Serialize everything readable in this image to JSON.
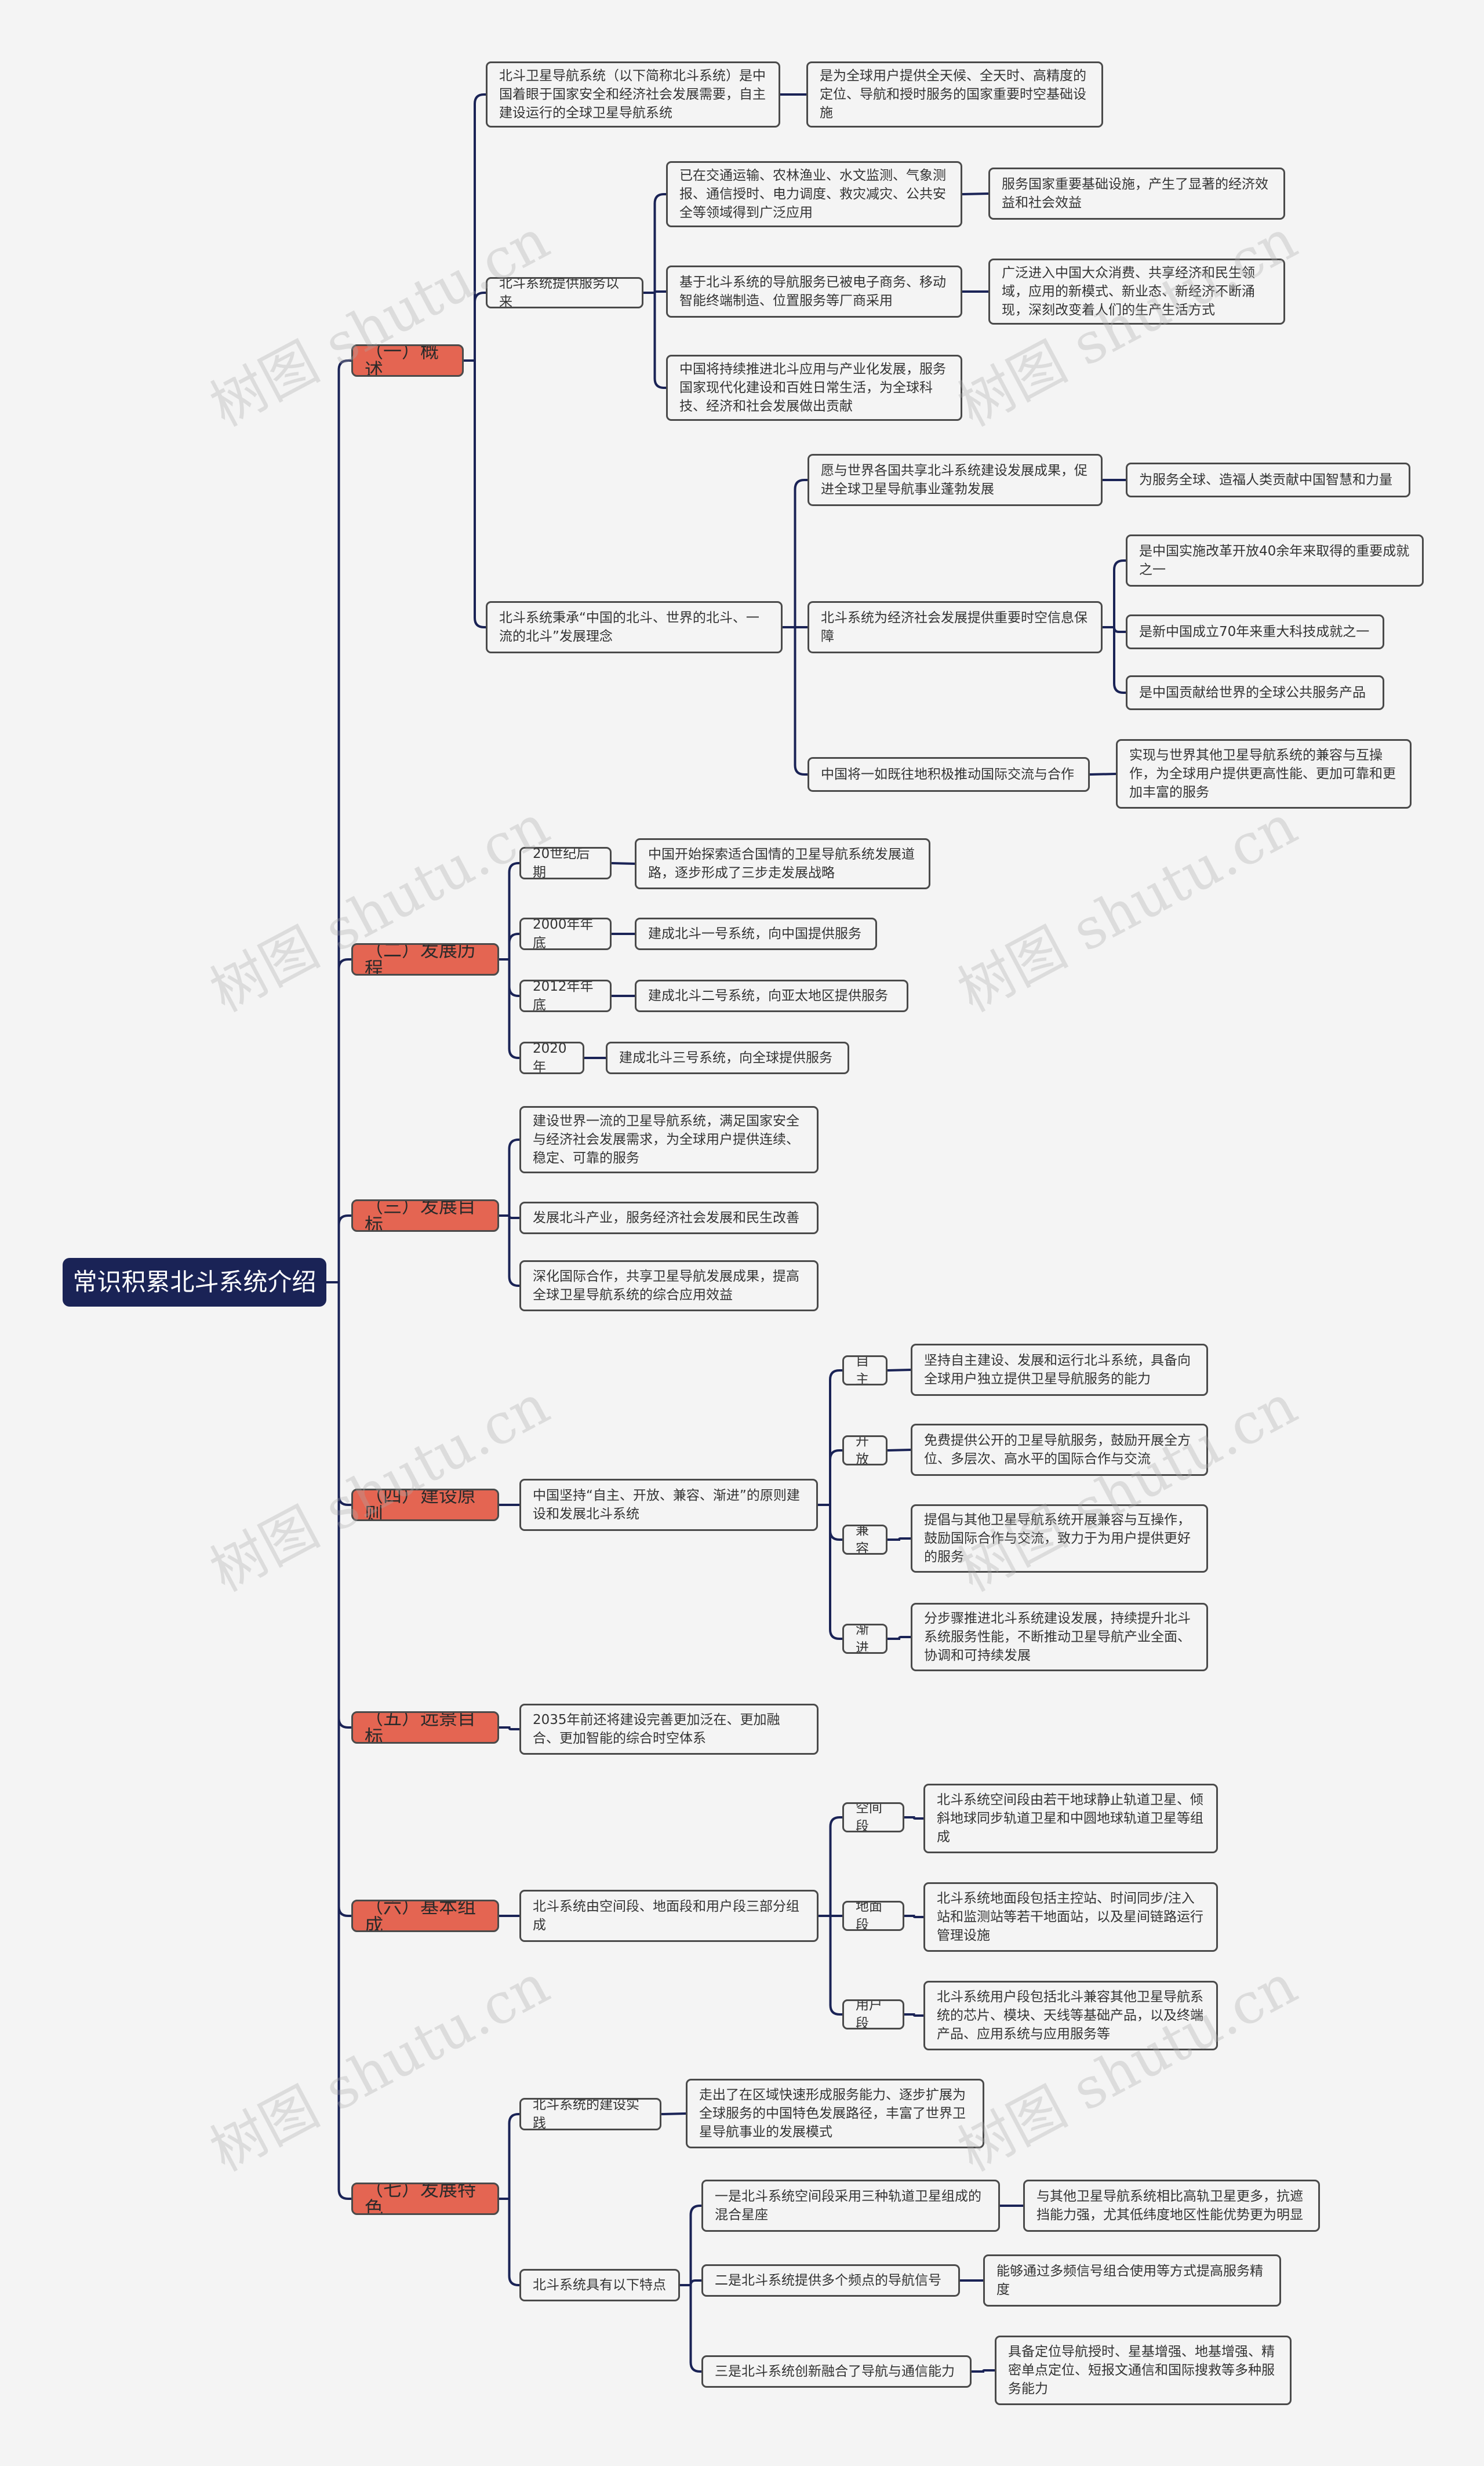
{
  "root": "常识积累北斗系统介绍",
  "sections": {
    "s1": "（一）概述",
    "s2": "（二）发展历程",
    "s3": "（三）发展目标",
    "s4": "（四）建设原则",
    "s5": "（五）远景目标",
    "s6": "（六）基本组成",
    "s7": "（七）发展特色"
  },
  "nodes": {
    "a1": "北斗卫星导航系统（以下简称北斗系统）是中国着眼于国家安全和经济社会发展需要，自主建设运行的全球卫星导航系统",
    "a1b": "是为全球用户提供全天候、全天时、高精度的定位、导航和授时服务的国家重要时空基础设施",
    "a2": "北斗系统提供服务以来",
    "a2a": "已在交通运输、农林渔业、水文监测、气象测报、通信授时、电力调度、救灾减灾、公共安全等领域得到广泛应用",
    "a2a1": "服务国家重要基础设施，产生了显著的经济效益和社会效益",
    "a2b": "基于北斗系统的导航服务已被电子商务、移动智能终端制造、位置服务等厂商采用",
    "a2b1": "广泛进入中国大众消费、共享经济和民生领域，应用的新模式、新业态、新经济不断涌现，深刻改变着人们的生产生活方式",
    "a2c": "中国将持续推进北斗应用与产业化发展，服务国家现代化建设和百姓日常生活，为全球科技、经济和社会发展做出贡献",
    "a3": "北斗系统秉承“中国的北斗、世界的北斗、一流的北斗”发展理念",
    "a3a": "愿与世界各国共享北斗系统建设发展成果，促进全球卫星导航事业蓬勃发展",
    "a3a1": "为服务全球、造福人类贡献中国智慧和力量",
    "a3b": "北斗系统为经济社会发展提供重要时空信息保障",
    "a3b1": "是中国实施改革开放40余年来取得的重要成就之一",
    "a3b2": "是新中国成立70年来重大科技成就之一",
    "a3b3": "是中国贡献给世界的全球公共服务产品",
    "a3c": "中国将一如既往地积极推动国际交流与合作",
    "a3c1": "实现与世界其他卫星导航系统的兼容与互操作，为全球用户提供更高性能、更加可靠和更加丰富的服务",
    "b1": "20世纪后期",
    "b1a": "中国开始探索适合国情的卫星导航系统发展道路，逐步形成了三步走发展战略",
    "b2": "2000年年底",
    "b2a": "建成北斗一号系统，向中国提供服务",
    "b3": "2012年年底",
    "b3a": "建成北斗二号系统，向亚太地区提供服务",
    "b4": "2020年",
    "b4a": "建成北斗三号系统，向全球提供服务",
    "c1": "建设世界一流的卫星导航系统，满足国家安全与经济社会发展需求，为全球用户提供连续、稳定、可靠的服务",
    "c2": "发展北斗产业，服务经济社会发展和民生改善",
    "c3": "深化国际合作，共享卫星导航发展成果，提高全球卫星导航系统的综合应用效益",
    "d1": "中国坚持“自主、开放、兼容、渐进”的原则建设和发展北斗系统",
    "d1a": "自主",
    "d1a1": "坚持自主建设、发展和运行北斗系统，具备向全球用户独立提供卫星导航服务的能力",
    "d1b": "开放",
    "d1b1": "免费提供公开的卫星导航服务，鼓励开展全方位、多层次、高水平的国际合作与交流",
    "d1c": "兼容",
    "d1c1": "提倡与其他卫星导航系统开展兼容与互操作，鼓励国际合作与交流，致力于为用户提供更好的服务",
    "d1d": "渐进",
    "d1d1": "分步骤推进北斗系统建设发展，持续提升北斗系统服务性能，不断推动卫星导航产业全面、协调和可持续发展",
    "e1": "2035年前还将建设完善更加泛在、更加融合、更加智能的综合时空体系",
    "f1": "北斗系统由空间段、地面段和用户段三部分组成",
    "f1a": "空间段",
    "f1a1": "北斗系统空间段由若干地球静止轨道卫星、倾斜地球同步轨道卫星和中圆地球轨道卫星等组成",
    "f1b": "地面段",
    "f1b1": "北斗系统地面段包括主控站、时间同步/注入站和监测站等若干地面站，以及星间链路运行管理设施",
    "f1c": "用户段",
    "f1c1": "北斗系统用户段包括北斗兼容其他卫星导航系统的芯片、模块、天线等基础产品，以及终端产品、应用系统与应用服务等",
    "g1": "北斗系统的建设实践",
    "g1a": "走出了在区域快速形成服务能力、逐步扩展为全球服务的中国特色发展路径，丰富了世界卫星导航事业的发展模式",
    "g2": "北斗系统具有以下特点",
    "g2a": "一是北斗系统空间段采用三种轨道卫星组成的混合星座",
    "g2a1": "与其他卫星导航系统相比高轨卫星更多，抗遮挡能力强，尤其低纬度地区性能优势更为明显",
    "g2b": "二是北斗系统提供多个频点的导航信号",
    "g2b1": "能够通过多频信号组合使用等方式提高服务精度",
    "g2c": "三是北斗系统创新融合了导航与通信能力",
    "g2c1": "具备定位导航授时、星基增强、地基增强、精密单点定位、短报文通信和国际搜救等多种服务能力"
  },
  "watermark": "树图 shutu.cn",
  "colors": {
    "root": "#1a2356",
    "section": "#e46552",
    "line": "#1a2356",
    "border": "#4a4a4a"
  }
}
